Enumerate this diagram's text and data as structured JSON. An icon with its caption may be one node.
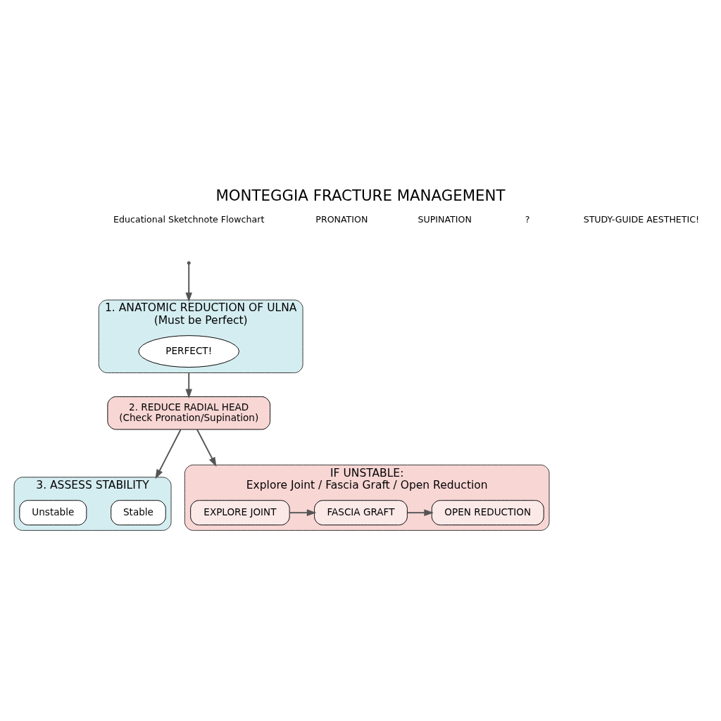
{
  "diagram": {
    "title": "MONTEGGIA FRACTURE MANAGEMENT",
    "nodes": [
      {
        "text": [
          "1. ANATOMIC REDUCTION OF ULNA",
          "(Must be Perfect)"
        ]
      },
      {
        "text": [
          "PERFECT!"
        ],
        "in": 0
      },
      {
        "text": [
          "2. REDUCE RADIAL HEAD",
          "(Check Pronation/Supination)"
        ]
      },
      {
        "text": [
          "3. ASSESS STABILITY"
        ]
      },
      {
        "text": [
          "Stable"
        ],
        "in": 3
      },
      {
        "text": [
          "Unstable"
        ],
        "in": 3
      },
      {
        "text": [
          "IF UNSTABLE:",
          "Explore Joint / Fascia Graft / Open Reduction"
        ]
      },
      {
        "text": [
          "EXPLORE JOINT"
        ],
        "in": 6
      },
      {
        "text": [
          "FASCIA GRAFT"
        ],
        "in": 6
      },
      {
        "text": [
          "OPEN REDUCTION"
        ],
        "in": 6
      }
    ],
    "edges": [
      {
        "from": null,
        "to": 0,
        "arrow": "to"
      },
      {
        "from": 0,
        "to": 2,
        "arrow": "to"
      },
      {
        "from": 2,
        "to": 3,
        "arrow": "to"
      },
      {
        "from": 2,
        "to": 6,
        "arrow": "to"
      },
      {
        "from": 7,
        "to": 8,
        "arrow": "to"
      },
      {
        "from": 8,
        "to": 9,
        "arrow": "to"
      }
    ],
    "labels": [
      "Educational Sketchnote Flowchart",
      "PRONATION",
      "SUPINATION",
      "?",
      "STUDY-GUIDE AESTHETIC!"
    ]
  }
}
